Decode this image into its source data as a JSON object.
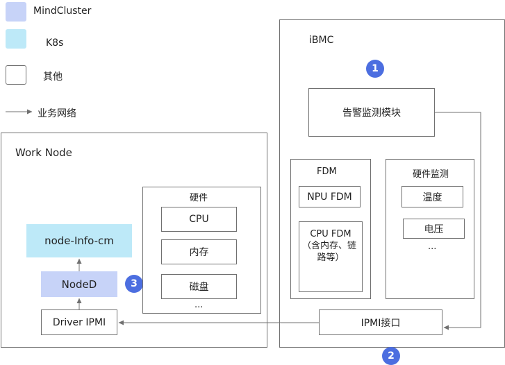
{
  "legend": {
    "mindcluster": "MindCluster",
    "k8s": "K8s",
    "other": "其他",
    "business_network": "业务网络"
  },
  "colors": {
    "mindcluster": "#c7d3f8",
    "k8s": "#bde9f8",
    "badge": "#4c6ee0",
    "border": "#707070"
  },
  "work_node": {
    "title": "Work Node",
    "node_info_cm": "node-Info-cm",
    "noded": "NodeD",
    "driver_ipmi": "Driver IPMI",
    "hardware": {
      "title": "硬件",
      "cpu": "CPU",
      "memory": "内存",
      "disk": "磁盘",
      "more": "..."
    }
  },
  "ibmc": {
    "title": "iBMC",
    "alarm_module": "告警监测模块",
    "fdm": {
      "title": "FDM",
      "npu_fdm": "NPU FDM",
      "cpu_fdm_line1": "CPU FDM",
      "cpu_fdm_line2": "（含内存、链",
      "cpu_fdm_line3": "路等）"
    },
    "hw_monitor": {
      "title": "硬件监测",
      "temperature": "温度",
      "voltage": "电压",
      "more": "..."
    },
    "ipmi_interface": "IPMI接口"
  },
  "badges": {
    "b1": "1",
    "b2": "2",
    "b3": "3"
  }
}
